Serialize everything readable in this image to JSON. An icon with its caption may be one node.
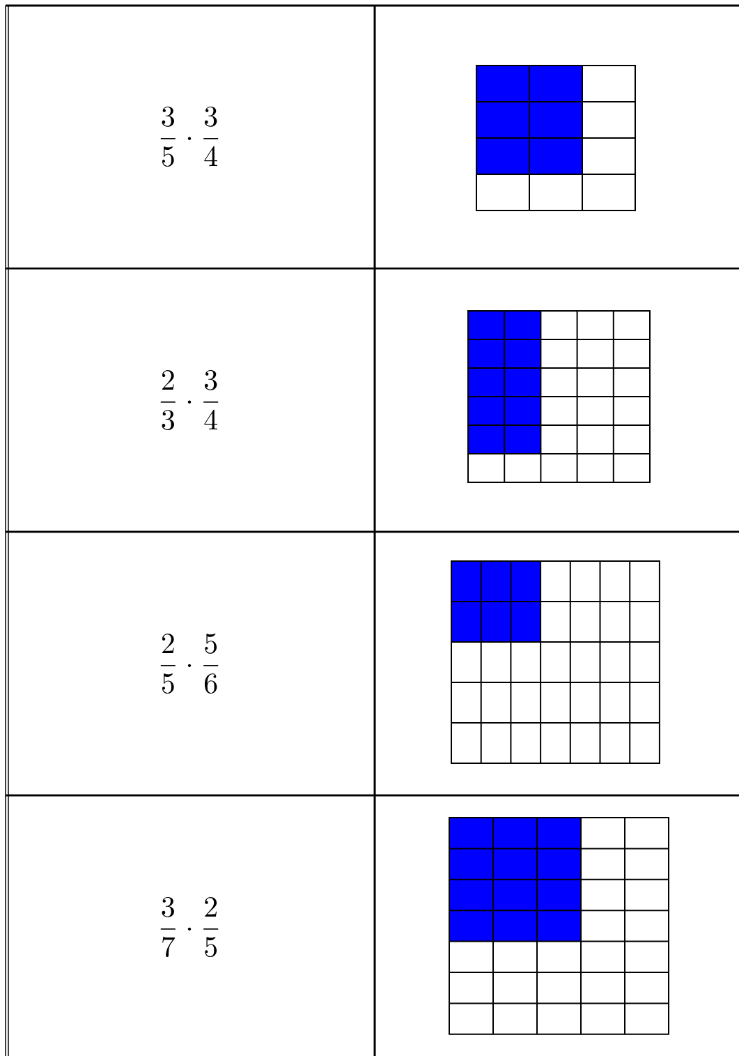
{
  "diagram": {
    "labels": [
      "\\frac{3}{5}\\cdot\\frac{3}{4}",
      "\\frac{2}{3}\\cdot\\frac{3}{4}",
      "\\frac{2}{5}\\cdot\\frac{5}{6}",
      "\\frac{3}{7}\\cdot\\frac{2}{5}"
    ]
  }
}
